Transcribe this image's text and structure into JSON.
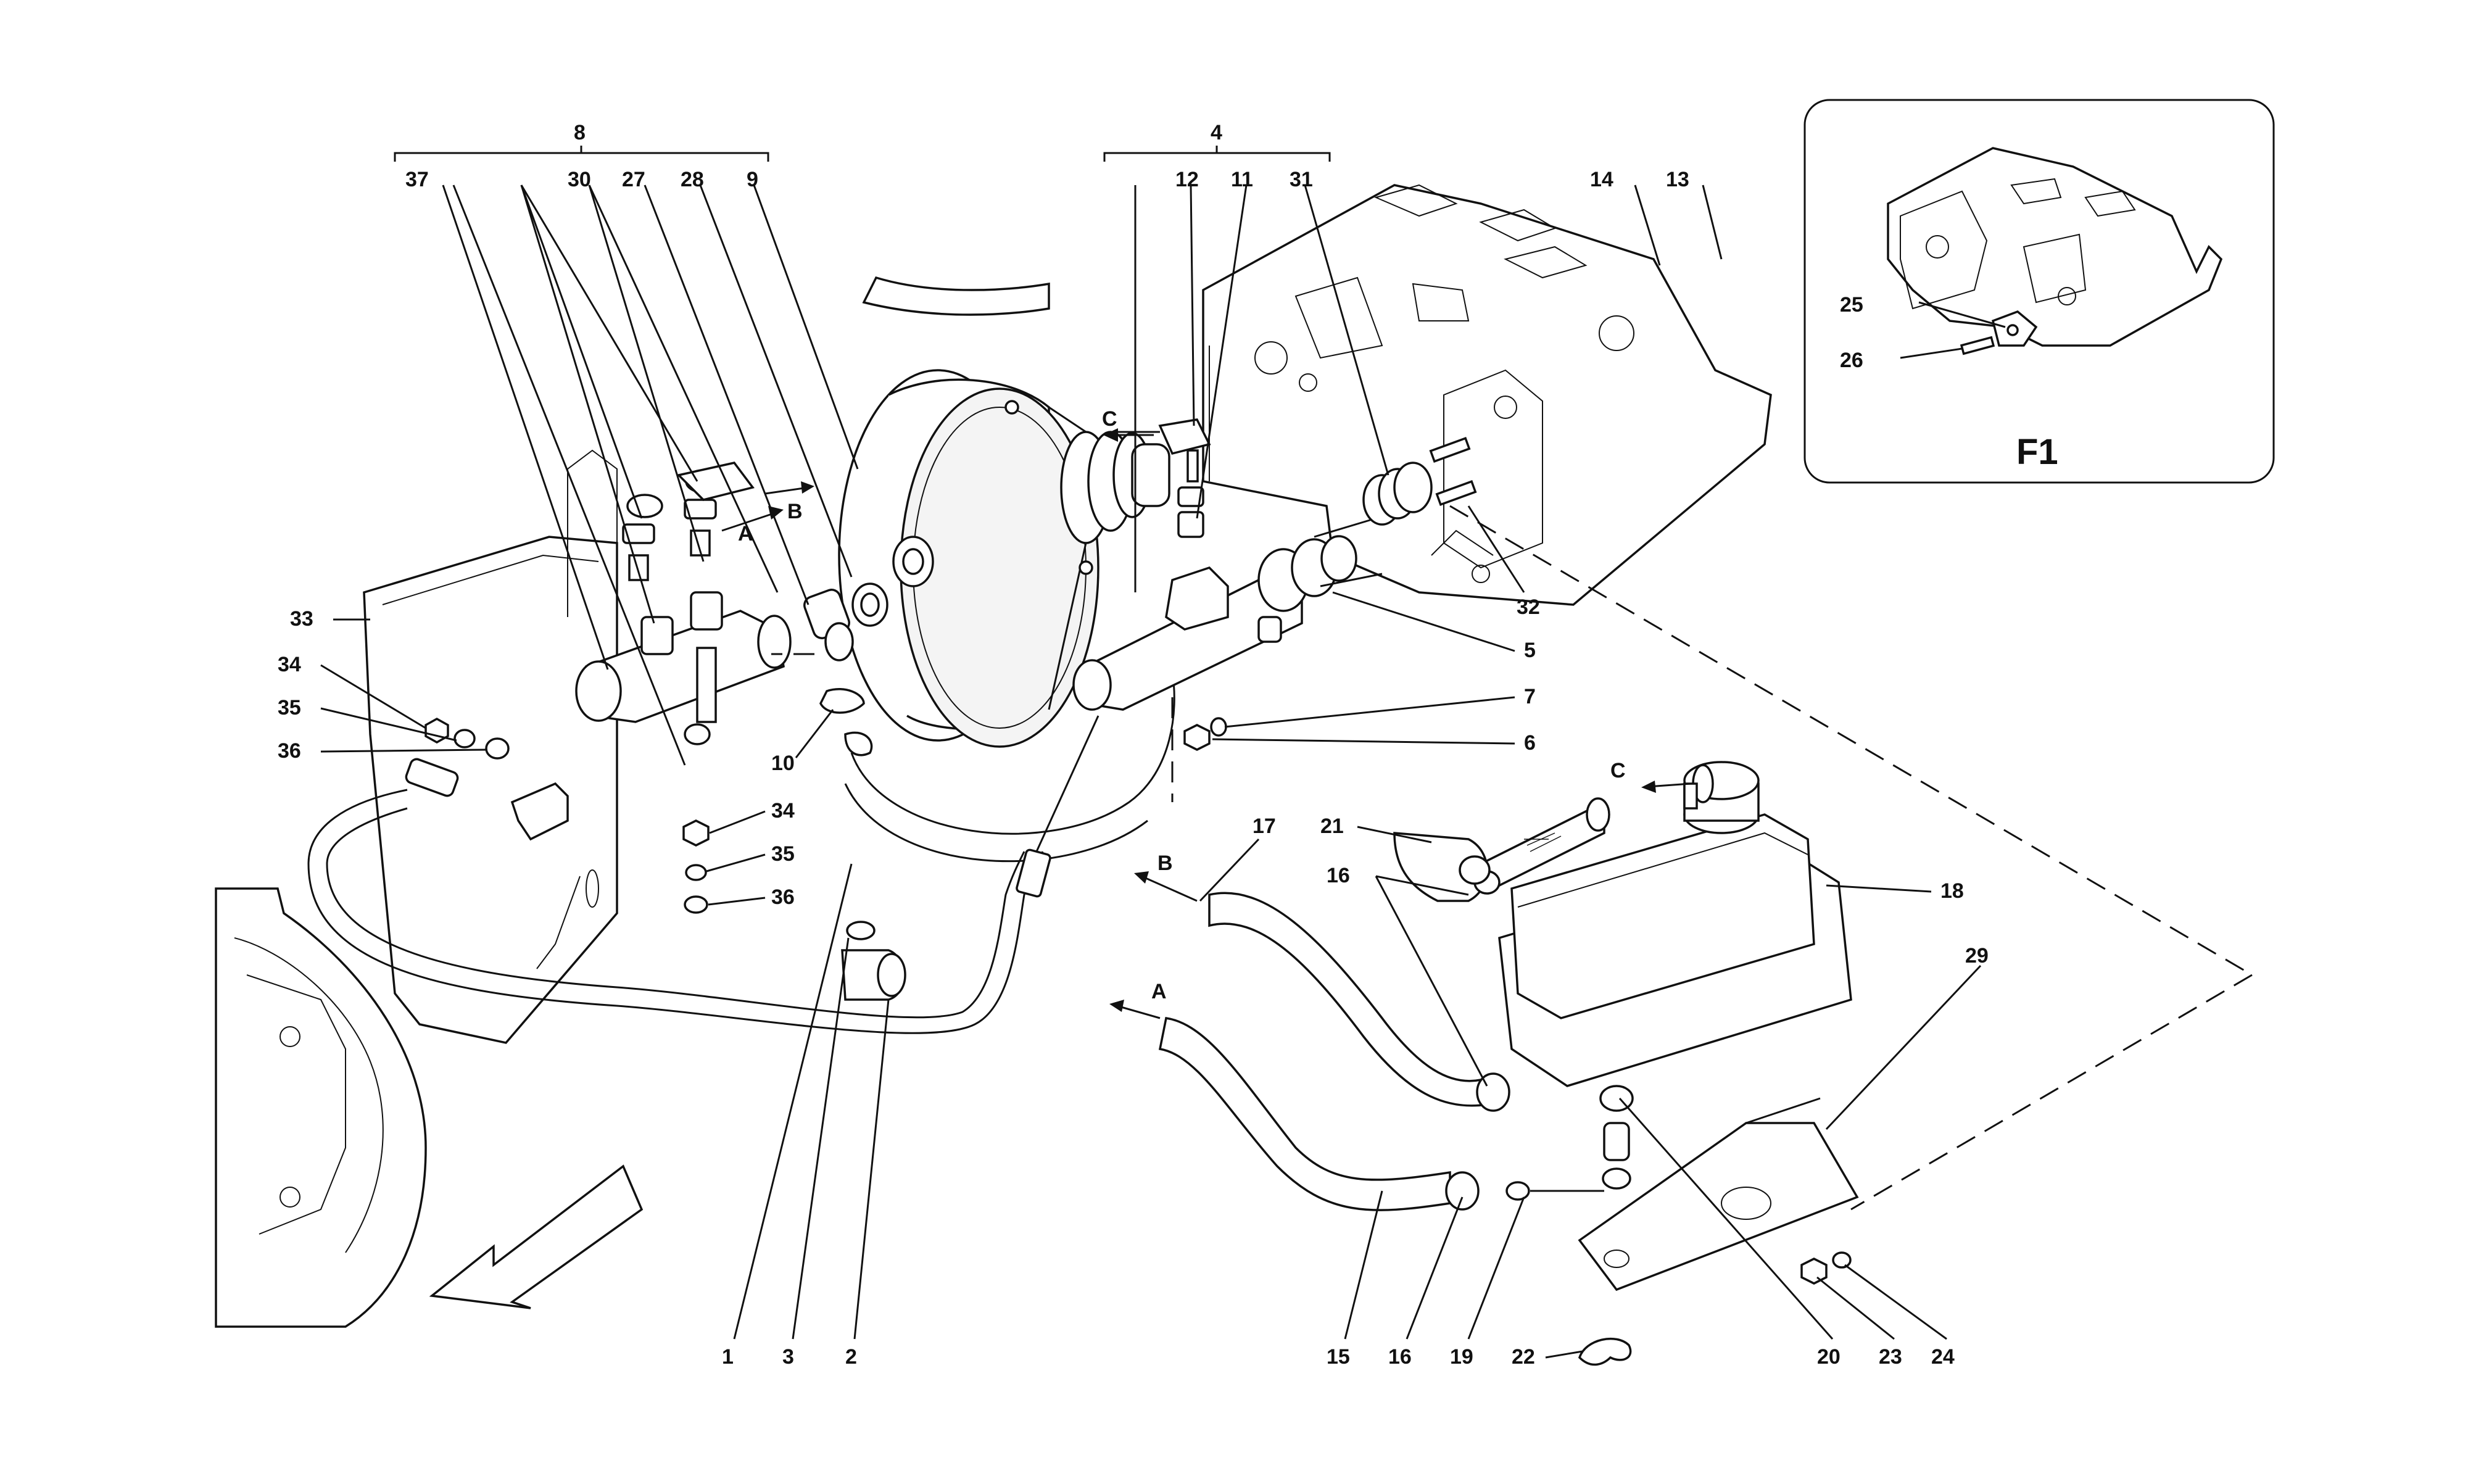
{
  "labels": {
    "l1": "1",
    "l2": "2",
    "l3": "3",
    "l4": "4",
    "l5": "5",
    "l6": "6",
    "l7": "7",
    "l8": "8",
    "l9": "9",
    "l10": "10",
    "l11": "11",
    "l12": "12",
    "l13": "13",
    "l14": "14",
    "l15": "15",
    "l16a": "16",
    "l16b": "16",
    "l17": "17",
    "l18": "18",
    "l19": "19",
    "l20": "20",
    "l21": "21",
    "l22": "22",
    "l23": "23",
    "l24": "24",
    "l25": "25",
    "l26": "26",
    "l27": "27",
    "l28": "28",
    "l29": "29",
    "l30": "30",
    "l31": "31",
    "l32": "32",
    "l33": "33",
    "l34a": "34",
    "l34b": "34",
    "l35a": "35",
    "l35b": "35",
    "l36a": "36",
    "l36b": "36",
    "l37": "37"
  },
  "flow_letters": {
    "a1": "A",
    "a2": "A",
    "b1": "B",
    "b2": "B",
    "c1": "C",
    "c2": "C"
  },
  "inset": {
    "title": "F1"
  }
}
